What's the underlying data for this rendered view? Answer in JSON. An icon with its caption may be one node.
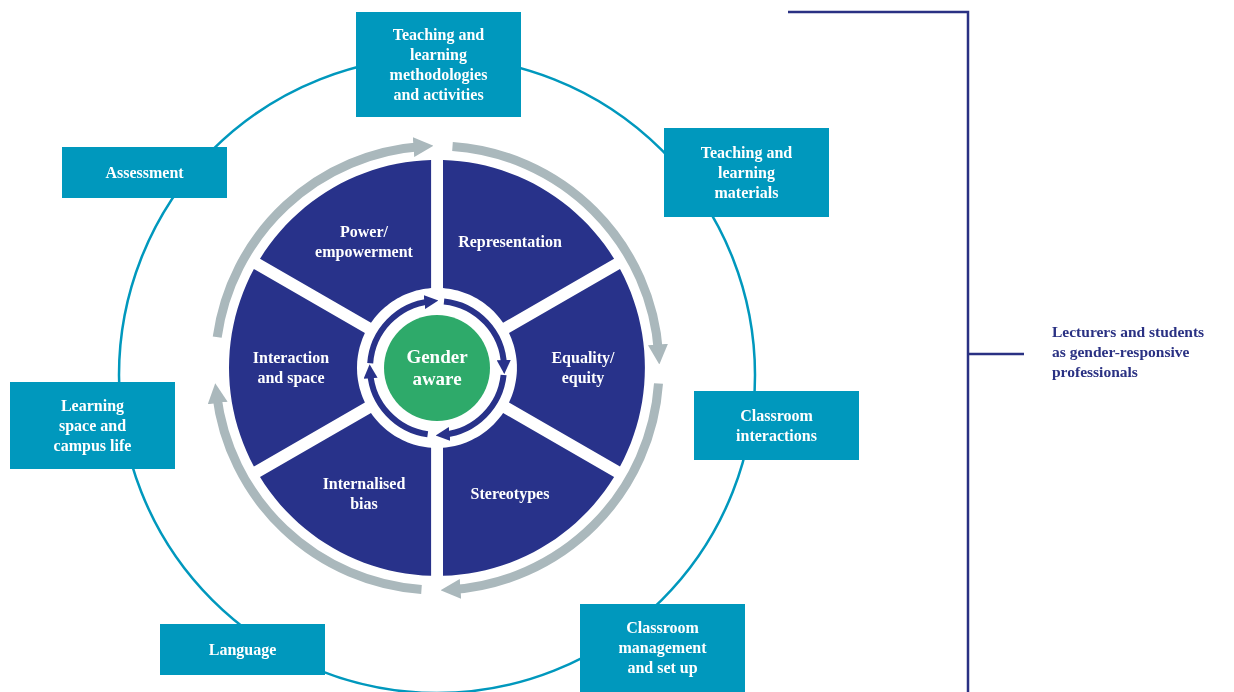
{
  "diagram": {
    "nodes": [
      {
        "text": [
          "Teaching and learning methodologies and activities"
        ]
      },
      {
        "text": [
          "Assessment"
        ]
      },
      {
        "text": [
          "Teaching and learning materials"
        ]
      },
      {
        "text": [
          "Learning space and campus life"
        ]
      },
      {
        "text": [
          "Classroom interactions"
        ]
      },
      {
        "text": [
          "Language"
        ]
      },
      {
        "text": [
          "Classroom management and set up"
        ]
      },
      {
        "text": [
          "Power/ empowerment"
        ]
      },
      {
        "text": [
          "Representation"
        ]
      },
      {
        "text": [
          "Interaction and space"
        ]
      },
      {
        "text": [
          "Equality/ equity"
        ]
      },
      {
        "text": [
          "Internalised bias"
        ]
      },
      {
        "text": [
          "Stereotypes"
        ]
      },
      {
        "text": [
          "Gender aware"
        ]
      }
    ],
    "labels": [
      "Lecturers and students as gender-responsive professionals"
    ]
  }
}
